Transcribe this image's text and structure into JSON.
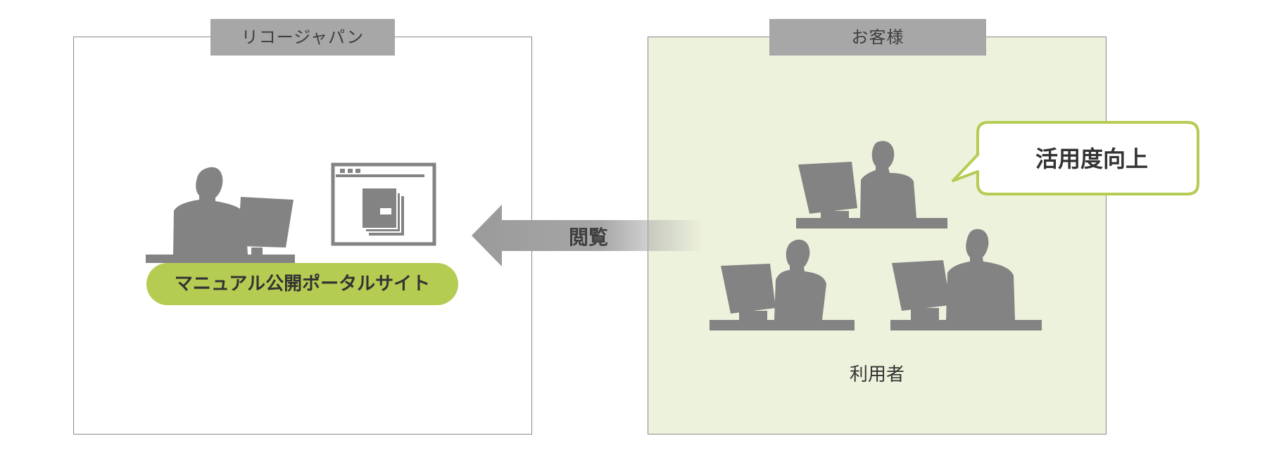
{
  "diagram": {
    "left_panel": {
      "title": "リコージャパン",
      "portal_label": "マニュアル公開ポータルサイト"
    },
    "arrow": {
      "label": "閲覧"
    },
    "right_panel": {
      "title": "お客様",
      "users_label": "利用者",
      "bubble_text": "活用度向上"
    }
  },
  "colors": {
    "silhouette": "#838383",
    "accent_green": "#b5cc52",
    "panel_tint": "#edf2dc",
    "tab_gray": "#a7a7a7"
  }
}
